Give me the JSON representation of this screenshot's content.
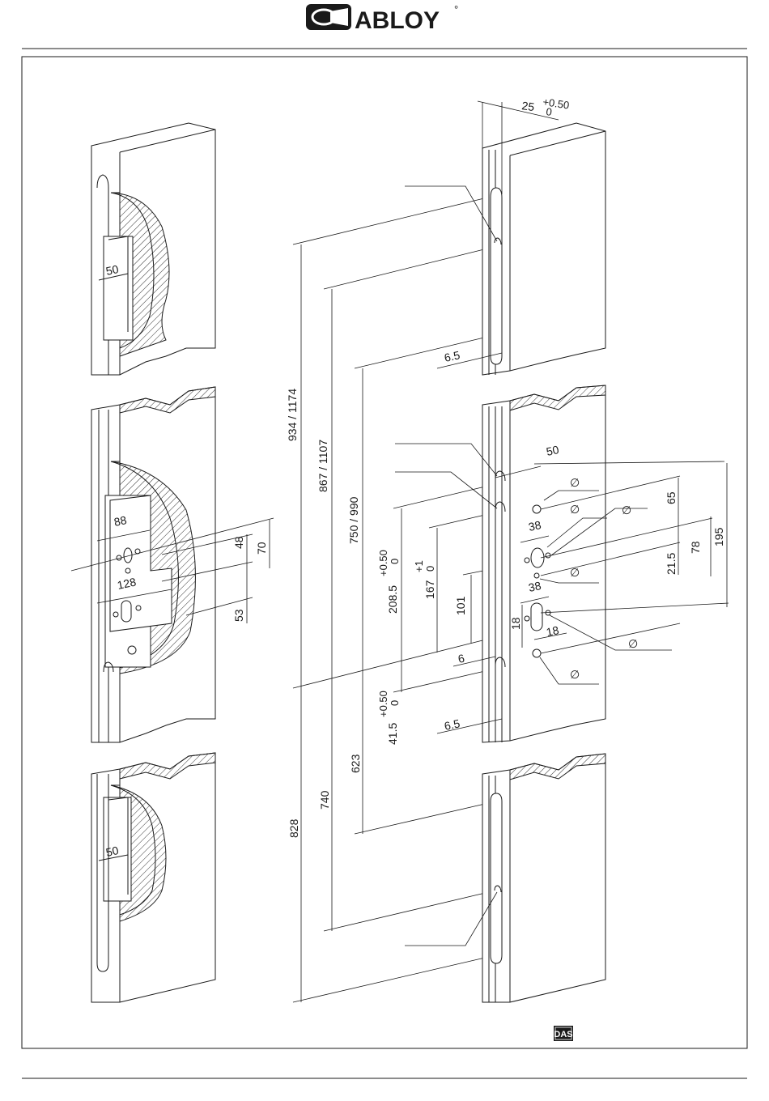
{
  "brand": {
    "name": "ABLOY",
    "mark": "°",
    "badge": "DAS"
  },
  "left_view": {
    "top_pocket_width": "50",
    "middle": {
      "d88": "88",
      "d128": "128",
      "d48": "48",
      "d70": "70",
      "d53": "53"
    },
    "bottom_pocket_width": "50"
  },
  "vertical_dims": {
    "d934": "934 / 1174",
    "d867": "867 / 1107",
    "d750": "750 / 990",
    "d828": "828",
    "d740": "740",
    "d623": "623",
    "d208": "208.5",
    "d208_tol_plus": "+0.50",
    "d208_tol_zero": "0",
    "d167": "167",
    "d167_tol_plus": "+1",
    "d167_tol_zero": "0",
    "d101": "101",
    "d41": "41.5",
    "d41_tol_plus": "+0.50",
    "d41_tol_zero": "0"
  },
  "right_view": {
    "d25": "25",
    "d25_tol_plus": "+0.50",
    "d25_tol_zero": "0",
    "d6_5_top": "6.5",
    "d6_5_bottom": "6.5",
    "d6": "6",
    "d50": "50",
    "d65": "65",
    "d38_a": "38",
    "d38_b": "38",
    "d78": "78",
    "d21_5": "21.5",
    "d195": "195",
    "d18_a": "18",
    "d18_b": "18",
    "diameter_symbol": "∅"
  }
}
